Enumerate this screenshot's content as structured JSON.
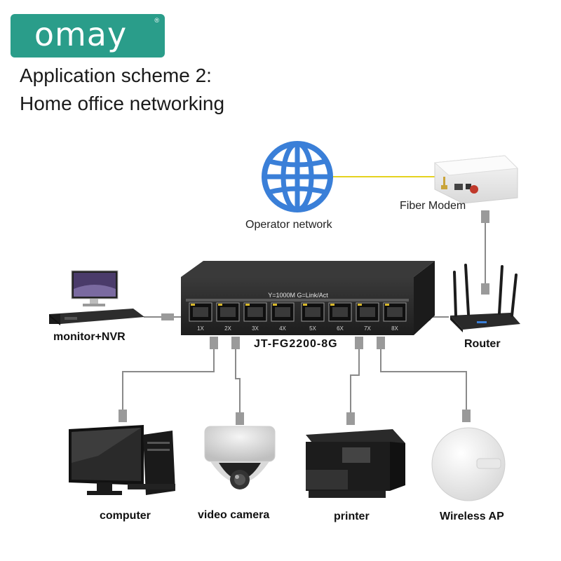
{
  "brand": {
    "logo_text": "omay",
    "reg_mark": "®",
    "color": "#2a9d8a"
  },
  "title": {
    "line1": "Application scheme 2:",
    "line2": "Home office networking"
  },
  "nodes": {
    "operator_network": "Operator network",
    "fiber_modem": "Fiber Modem",
    "router": "Router",
    "monitor_nvr": "monitor+NVR",
    "computer": "computer",
    "video_camera": "video camera",
    "printer": "printer",
    "wireless_ap": "Wireless AP"
  },
  "switch": {
    "model": "JT-FG2200-8G",
    "led_legend": "Y=1000M  G=Link/Act",
    "ports": [
      "1X",
      "2X",
      "3X",
      "4X",
      "5X",
      "6X",
      "7X",
      "8X"
    ]
  },
  "colors": {
    "globe": "#3a7fd8",
    "fiber_line": "#e5d21f",
    "cable": "#8a8a8a",
    "switch_body": "#2b2b2b"
  }
}
